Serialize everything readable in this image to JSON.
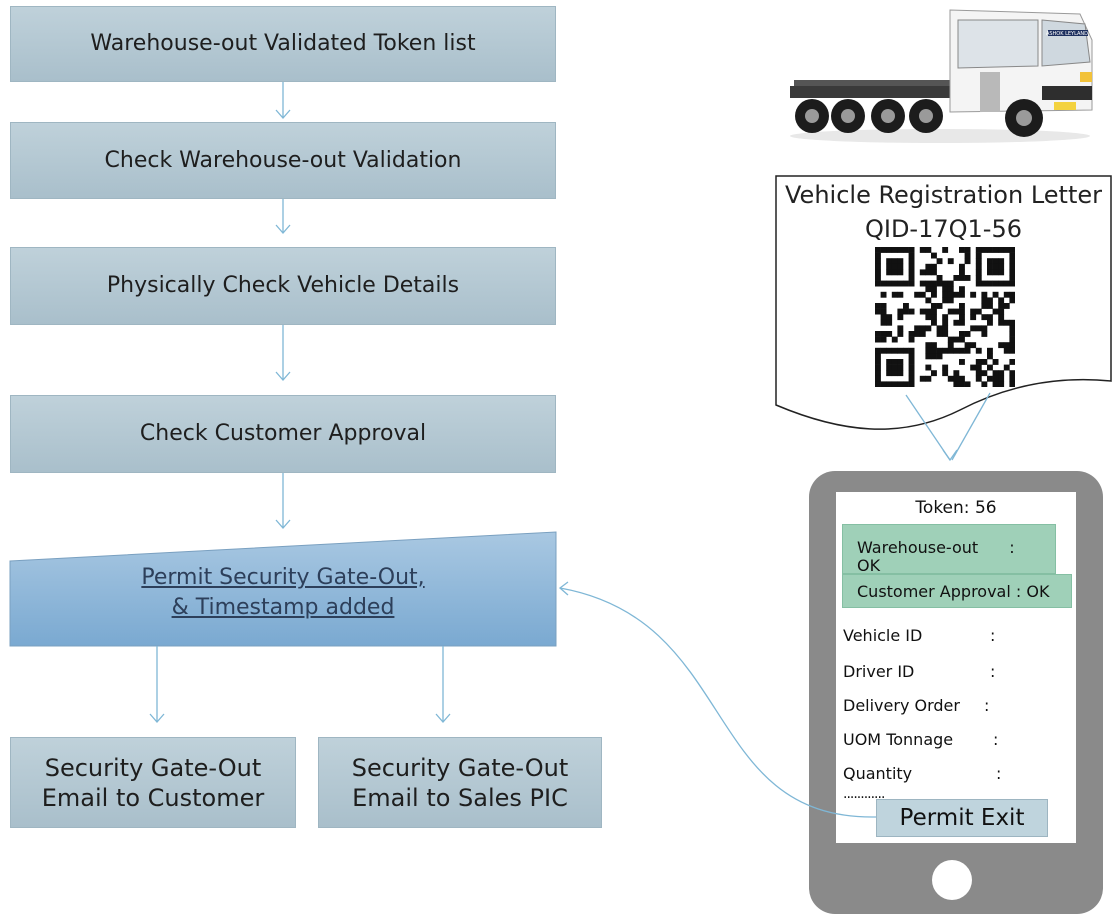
{
  "flow": {
    "step1": "Warehouse-out Validated Token list",
    "step2": "Check Warehouse-out Validation",
    "step3": "Physically Check Vehicle Details",
    "step4": "Check Customer Approval",
    "step5_line1": "Permit Security Gate-Out,",
    "step5_line2": "& Timestamp added",
    "step6_line1": "Security Gate-Out",
    "step6_line2": "Email to Customer",
    "step7_line1": "Security Gate-Out",
    "step7_line2": "Email to Sales PIC"
  },
  "letter": {
    "title": "Vehicle Registration Letter",
    "code": "QID-17Q1-56"
  },
  "truck": {
    "brand": "ASHOK LEYLAND"
  },
  "phone": {
    "token_label": "Token:",
    "token_value": "56",
    "warehouse_label": "Warehouse-out",
    "warehouse_sep": ":",
    "warehouse_value": "OK",
    "customer_approval": "Customer Approval : OK",
    "fields": [
      {
        "label": "Vehicle ID",
        "sep": ":"
      },
      {
        "label": "Driver ID",
        "sep": ":"
      },
      {
        "label": "Delivery Order",
        "sep": ":"
      },
      {
        "label": "UOM Tonnage",
        "sep": ":"
      },
      {
        "label": "Quantity",
        "sep": ":"
      }
    ],
    "more": "............",
    "permit_exit": "Permit Exit"
  },
  "colors": {
    "box_fill": "#b3c7d1",
    "permit_fill": "#8fb6d8",
    "approval_fill": "#9fd0b8",
    "phone_body": "#8a8a8a",
    "arrow": "#7fb7d6"
  }
}
